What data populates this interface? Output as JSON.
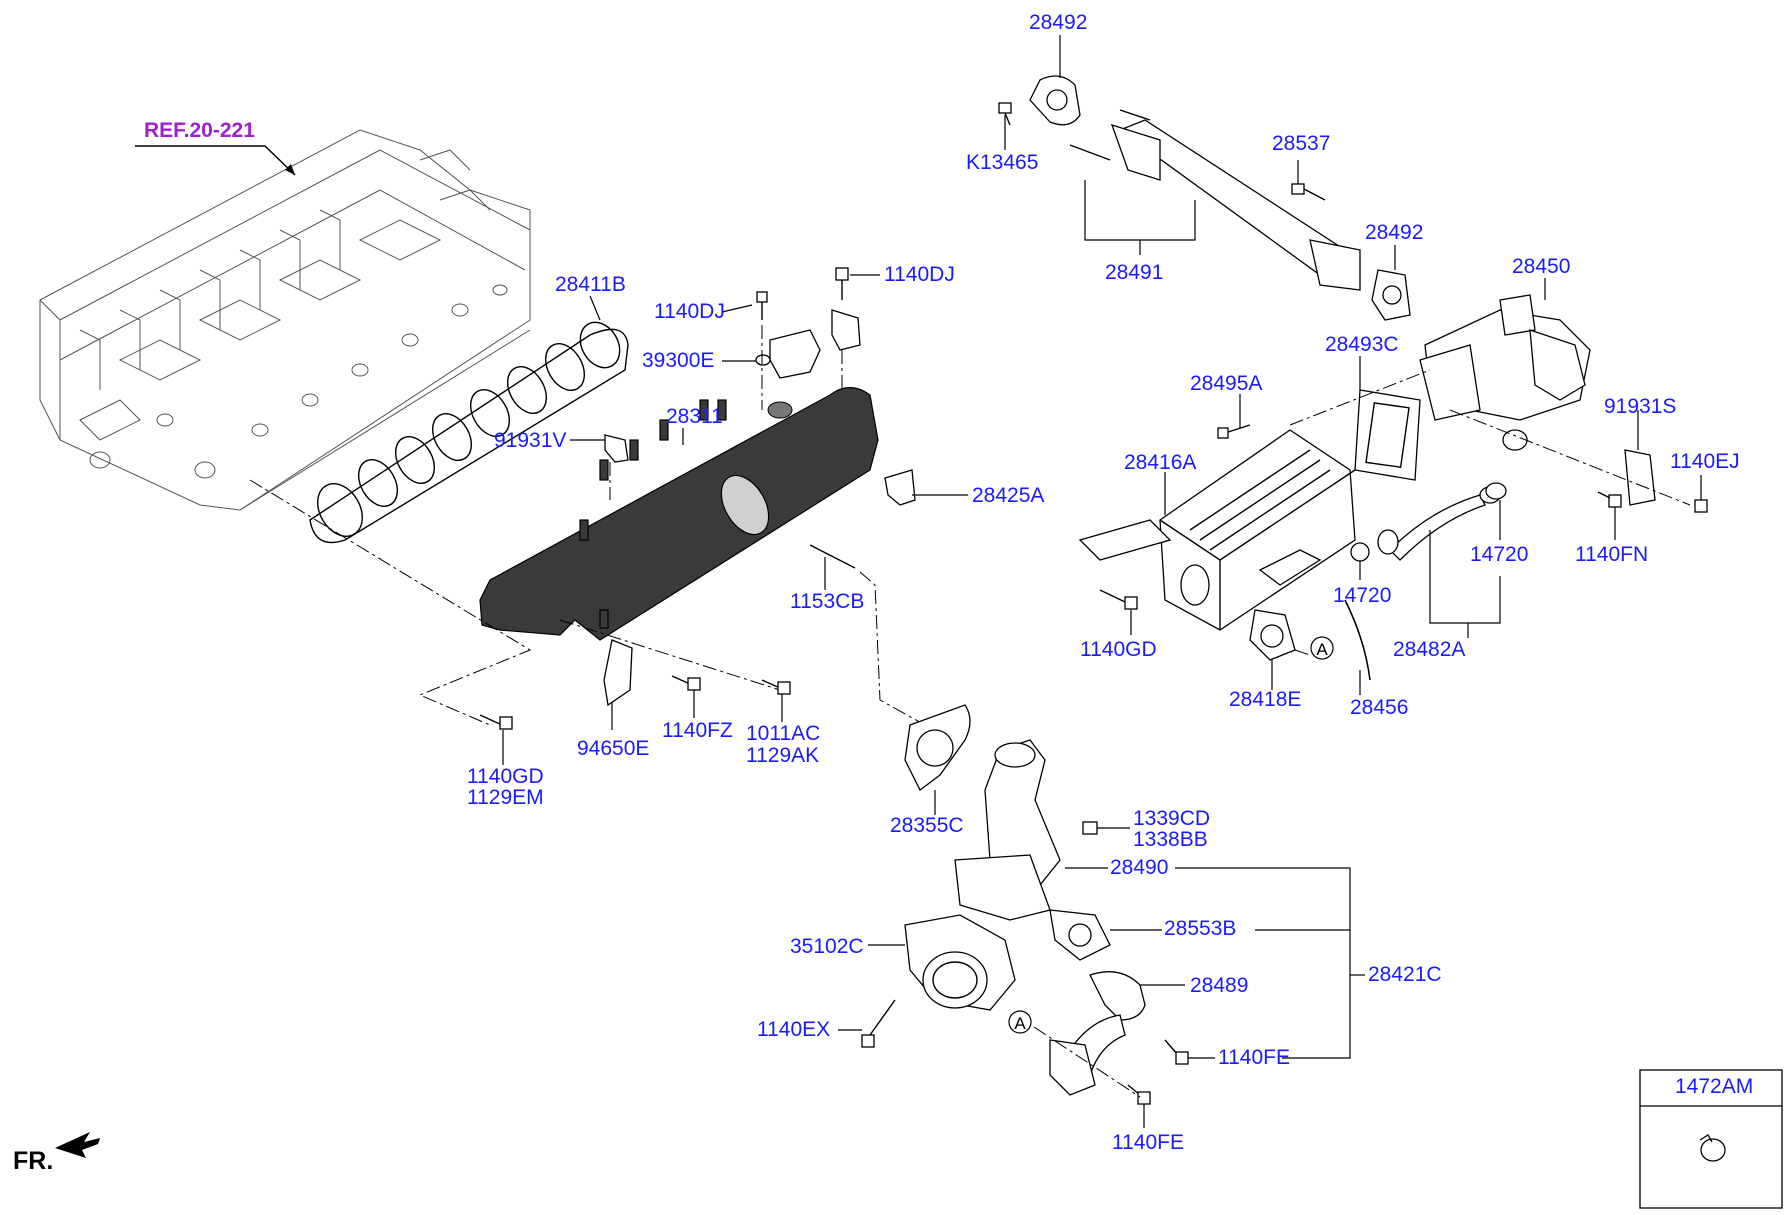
{
  "ref_label": "REF.20-221",
  "front_label": "FR.",
  "parts": {
    "p28492_top": "28492",
    "pK13465": "K13465",
    "p28537": "28537",
    "p28491": "28491",
    "p28492_right": "28492",
    "p28450": "28450",
    "p28411B": "28411B",
    "p1140DJ_a": "1140DJ",
    "p1140DJ_b": "1140DJ",
    "p39300E": "39300E",
    "p28311": "28311",
    "p91931V": "91931V",
    "p28425A": "28425A",
    "p1153CB": "1153CB",
    "p28493C": "28493C",
    "p28495A": "28495A",
    "p91931S": "91931S",
    "p28416A": "28416A",
    "p1140EJ": "1140EJ",
    "p1140FN": "1140FN",
    "p14720_a": "14720",
    "p14720_b": "14720",
    "p1140GD_r": "1140GD",
    "p28482A": "28482A",
    "p28418E": "28418E",
    "p28456": "28456",
    "p94650E": "94650E",
    "p1140FZ": "1140FZ",
    "p1011AC": "1011AC",
    "p1129AK": "1129AK",
    "p1140GD_l": "1140GD",
    "p1129EM": "1129EM",
    "p28355C": "28355C",
    "p1339CD": "1339CD",
    "p1338BB": "1338BB",
    "p28490": "28490",
    "p28553B": "28553B",
    "p35102C": "35102C",
    "p28489": "28489",
    "p28421C": "28421C",
    "p1140EX": "1140EX",
    "p1140FE_a": "1140FE",
    "p1140FE_b": "1140FE",
    "p1472AM": "1472AM"
  },
  "connector_marker": "A",
  "colors": {
    "part_number": "#1a1aff",
    "reference": "#a020d0",
    "line": "#000000"
  }
}
